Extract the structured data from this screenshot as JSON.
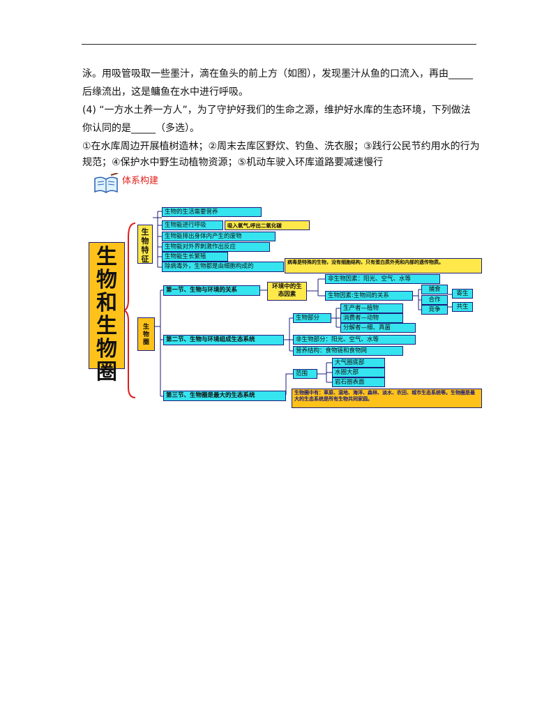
{
  "text": {
    "line1": "泳。用吸管吸取一些墨汁，滴在鱼头的前上方（如图），发现墨汁从鱼的口流入，再由_____",
    "line2": "后缘流出，这是鳙鱼在水中进行呼吸。",
    "line3": "(4) “一方水土养一方人”，为了守护好我们的生命之源，维护好水库的生态环境，下列做法",
    "line4": "你认同的是_____（多选）。",
    "line5": "①在水库周边开展植树造林；②周末去库区野炊、钓鱼、洗衣服；③践行公民节约用水的行为",
    "line6": "规范；④保护水中野生动植物资源；⑤机动车驶入环库道路要减速慢行"
  },
  "section_title": "体系构建",
  "colors": {
    "cyan": "#35e4ee",
    "yellow": "#ffe94a",
    "gold": "#ffc21a",
    "bracket": "#e01a1a",
    "title_red": "#e0201b"
  },
  "map": {
    "root": "生物和生物圈",
    "features": {
      "label": "生物特征",
      "items": [
        "生物的生活需要营养",
        "生物能进行呼吸",
        "生物能排出身体内产生的废物",
        "生物能对外界刺激作出反应",
        "生物能生长繁殖",
        "除病毒外，生物都是由细胞构成的"
      ],
      "breath_note": "吸入氧气,呼出二氧化碳",
      "virus_note": "病毒是特殊的生物，没有细胞结构，只有蛋白质外壳和内部的遗传物质。"
    },
    "biosphere_label": "生物圈",
    "section1": {
      "label": "第一节、生物与环境的关系",
      "env_factors": "环境中的生态因素",
      "abiotic": "非生物因素：阳光、空气、水等",
      "biotic": "生物因素:生物间的关系",
      "relations": [
        "捕食",
        "合作",
        "竞争"
      ],
      "others": [
        "寄生",
        "共生"
      ]
    },
    "section2": {
      "label": "第二节、生物与环境组成生态系统",
      "bio_part": "生物部分",
      "roles": [
        "生产者—植物",
        "消费者—动物",
        "分解者—细、真菌"
      ],
      "abio_part": "非生物部分：阳光、空气、水等",
      "nutrition": "营养结构：食物链和食物网"
    },
    "section3": {
      "label": "第三节、生物圈是最大的生态系统",
      "scope": "范围",
      "scopes": [
        "大气圈底部",
        "水圈大部",
        "岩石圈表面"
      ],
      "note": "生物圈中有：草原、湿地、海洋、森林、淡水、农田、城市生态系统等。生物圈是最大的生态系统是所有生物共同家园。"
    }
  }
}
